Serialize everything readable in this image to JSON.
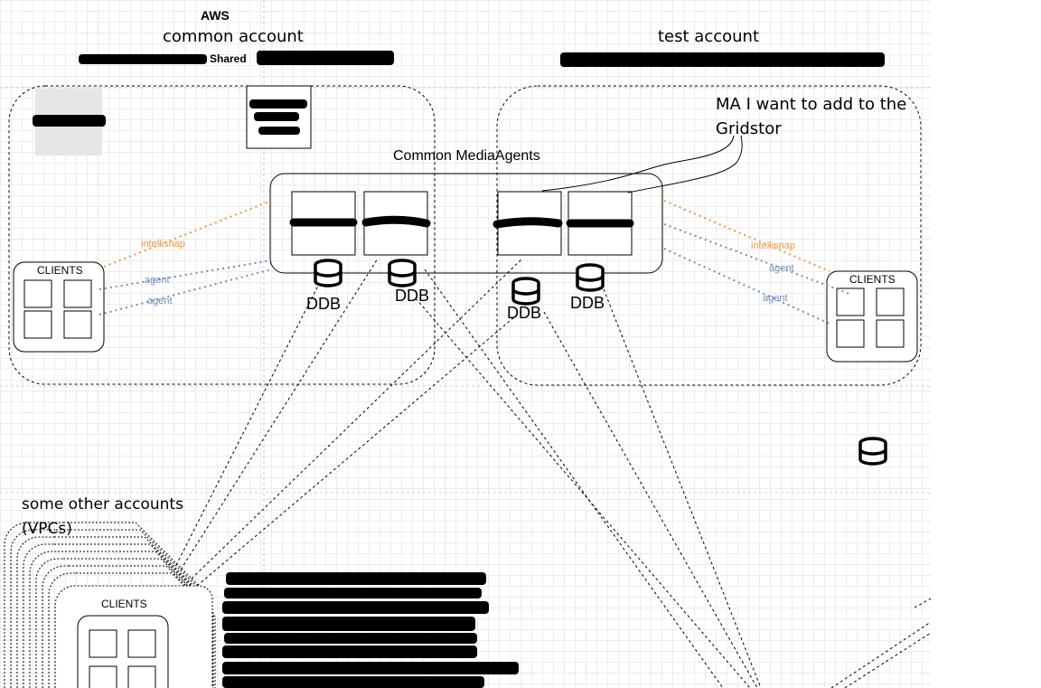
{
  "header": {
    "aws": "AWS",
    "common_account": "common account",
    "test_account": "test account",
    "shared": "Shared"
  },
  "notes": {
    "ma_note": "MA I want to add to the Gridstor",
    "common_mediaagents": "Common MediaAgents",
    "other_accounts": "some other accounts (VPCs)"
  },
  "ddb": {
    "label": "DDB"
  },
  "clients": {
    "label": "CLIENTS"
  },
  "links": {
    "intellisnap": "intellisnap",
    "agent": "agent"
  },
  "colors": {
    "intellisnap": "#f0963c",
    "agent": "#6c8ebf",
    "placeholder_fill": "#e6e6e6"
  },
  "icons": {
    "ddb": "database-icon"
  }
}
